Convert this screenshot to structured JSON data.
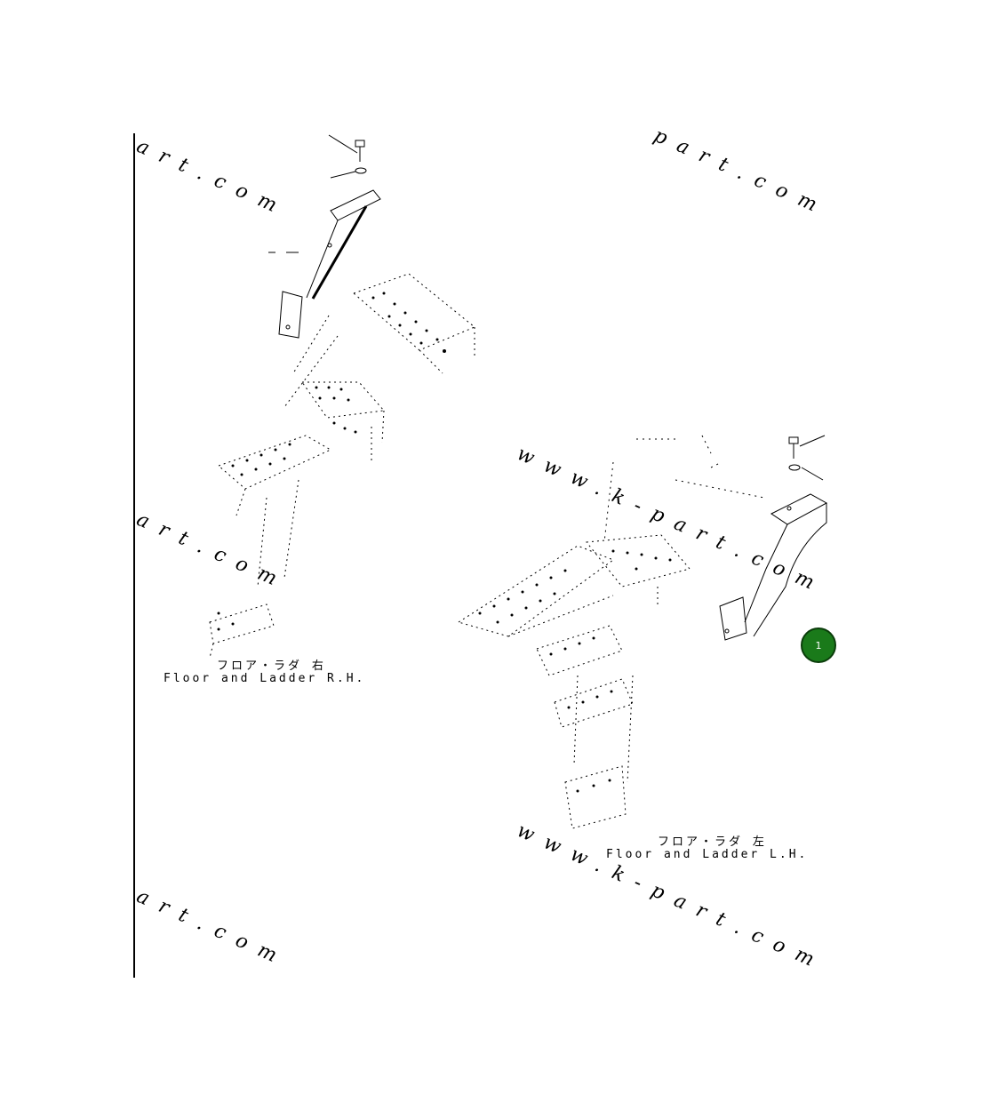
{
  "watermarks": {
    "left_top": "art.com",
    "left_mid": "art.com",
    "left_bottom": "art.com",
    "right_top": "part.com",
    "center": "www.k-part.com",
    "bottom": "www.k-part.com"
  },
  "captions": {
    "rh_jp": "フロア・ラダ  右",
    "rh_en": "Floor and Ladder R.H.",
    "lh_jp": "フロア・ラダ  左",
    "lh_en": "Floor and Ladder L.H."
  },
  "callout": {
    "label": "1",
    "color": "#1a7a1a"
  }
}
